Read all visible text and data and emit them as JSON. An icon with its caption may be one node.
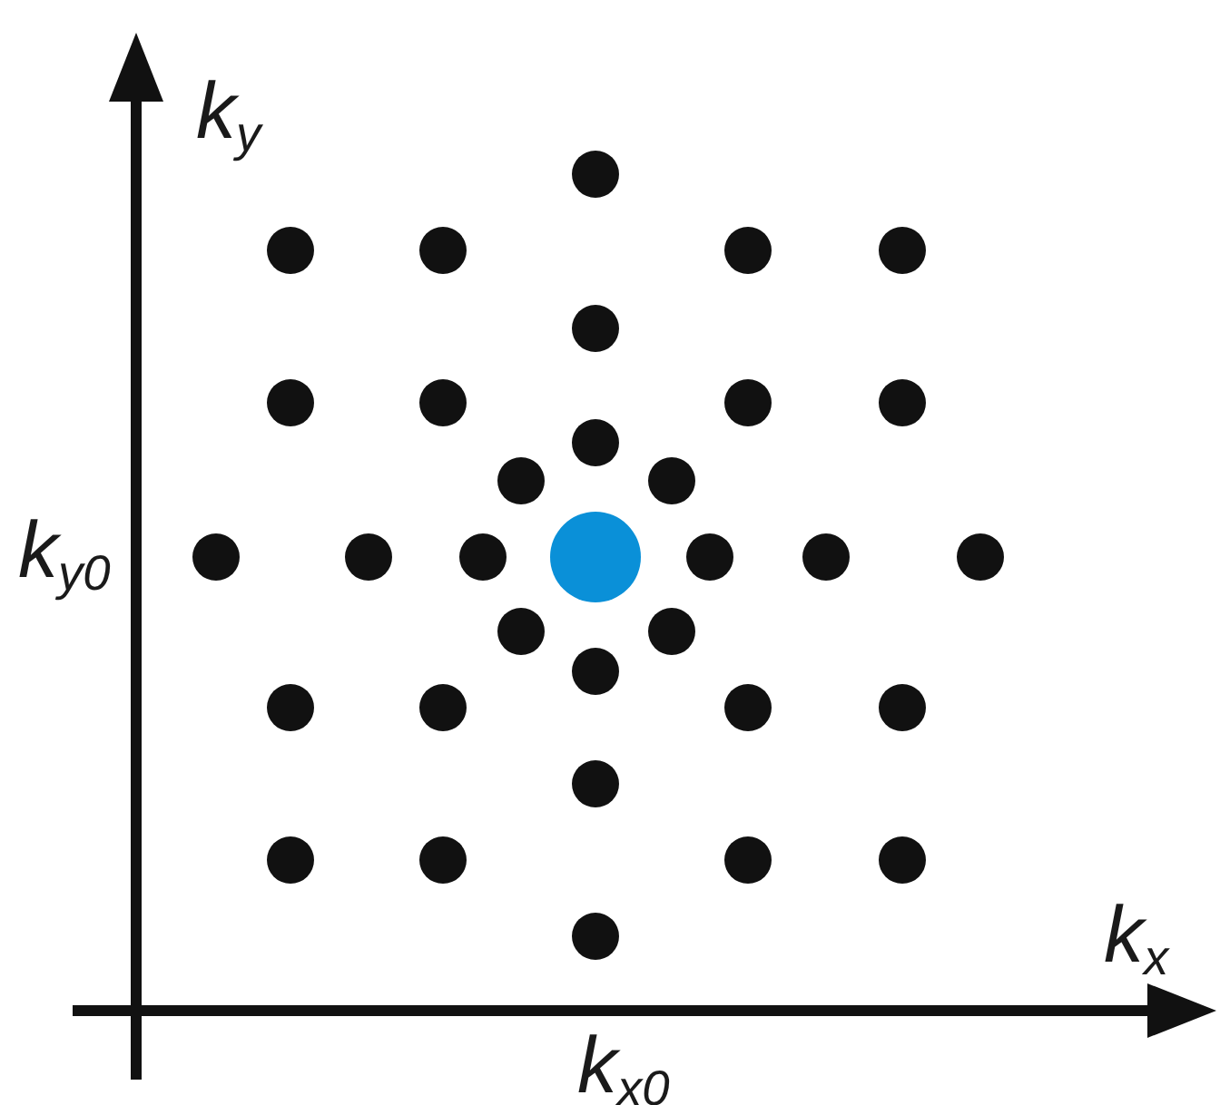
{
  "diagram": {
    "labels": [
      "k$_{y}$",
      "k$_{y0}$",
      "k$_{x}$",
      "k$_{x0}$"
    ]
  }
}
